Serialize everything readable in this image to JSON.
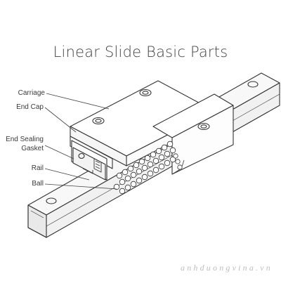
{
  "title": "Linear Slide Basic Parts",
  "labels": {
    "carriage": "Carriage",
    "end_cap": "End Cap",
    "end_sealing_line1": "End Sealing",
    "end_sealing_line2": "Gasket",
    "rail": "Rail",
    "ball": "Ball"
  },
  "watermark": "anhduongvina.vn",
  "colors": {
    "line": "#333333",
    "rail_fill": "#f7f7f7",
    "text": "#3a3a3a"
  }
}
